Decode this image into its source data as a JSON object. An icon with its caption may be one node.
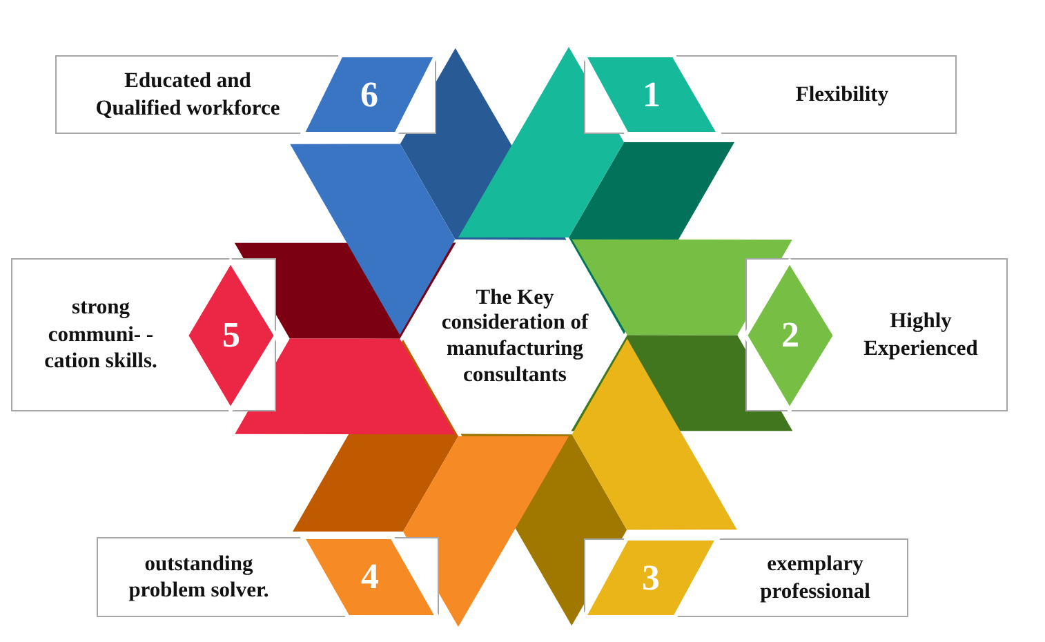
{
  "diagram": {
    "nodes": [
      {
        "text": [
          "Educated and Qualified workforce"
        ]
      },
      {
        "text": [
          "6"
        ],
        "in": 0
      },
      {
        "text": [
          "Flexibility"
        ]
      },
      {
        "text": [
          "1"
        ],
        "in": 2
      },
      {
        "text": [
          "The Key consideration of manufacturing consultants"
        ]
      },
      {
        "text": [
          "strong communi- -cation skills."
        ]
      },
      {
        "text": [
          "5"
        ],
        "in": 5
      },
      {
        "text": [
          "Highly Experienced"
        ]
      },
      {
        "text": [
          "2"
        ],
        "in": 7
      },
      {
        "text": [
          "outstanding problem solver."
        ]
      },
      {
        "text": [
          "4"
        ],
        "in": 9
      },
      {
        "text": [
          "exemplary professional"
        ]
      },
      {
        "text": [
          "3"
        ],
        "in": 11
      }
    ]
  }
}
